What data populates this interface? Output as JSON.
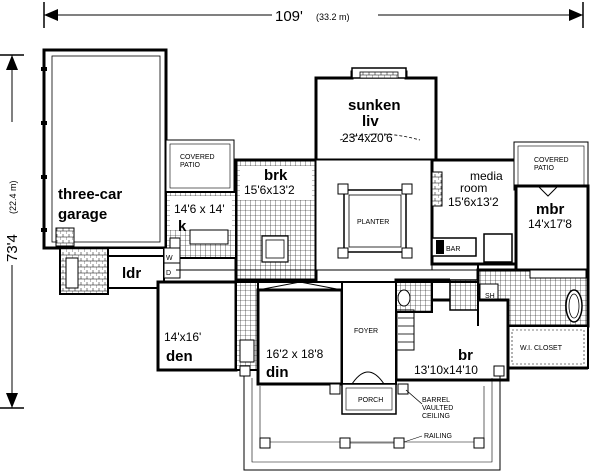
{
  "overall": {
    "width_ft": "109'",
    "width_m": "(33.2 m)",
    "depth_ft": "73'4",
    "depth_m": "(22.4 m)"
  },
  "rooms": {
    "garage": {
      "name_line1": "three-car",
      "name_line2": "garage"
    },
    "covered_patio_left": {
      "line1": "COVERED",
      "line2": "PATIO"
    },
    "covered_patio_right": {
      "line1": "COVERED",
      "line2": "PATIO"
    },
    "sunken_liv": {
      "line1": "sunken",
      "line2": "liv",
      "dims": "23'4x20'6"
    },
    "brk": {
      "name": "brk",
      "dims": "15'6x13'2"
    },
    "kitchen": {
      "dims": "14'6 x 14'",
      "name": "k"
    },
    "ldr": {
      "name": "ldr"
    },
    "w": "W",
    "d": "D",
    "planter": "PLANTER",
    "media_room": {
      "line1": "media",
      "line2": "room",
      "dims": "15'6x13'2"
    },
    "bar": "BAR",
    "mbr": {
      "name": "mbr",
      "dims": "14'x17'8"
    },
    "sh": "SH",
    "wi_closet": "W.I. CLOSET",
    "den": {
      "dims": "14'x16'",
      "name": "den"
    },
    "din": {
      "dims": "16'2 x 18'8",
      "name": "din"
    },
    "foyer": "FOYER",
    "br": {
      "name": "br",
      "dims": "13'10x14'10"
    },
    "porch": "PORCH",
    "barrel": {
      "line1": "BARREL",
      "line2": "VAULTED",
      "line3": "CEILING"
    },
    "railing": "RAILING"
  }
}
